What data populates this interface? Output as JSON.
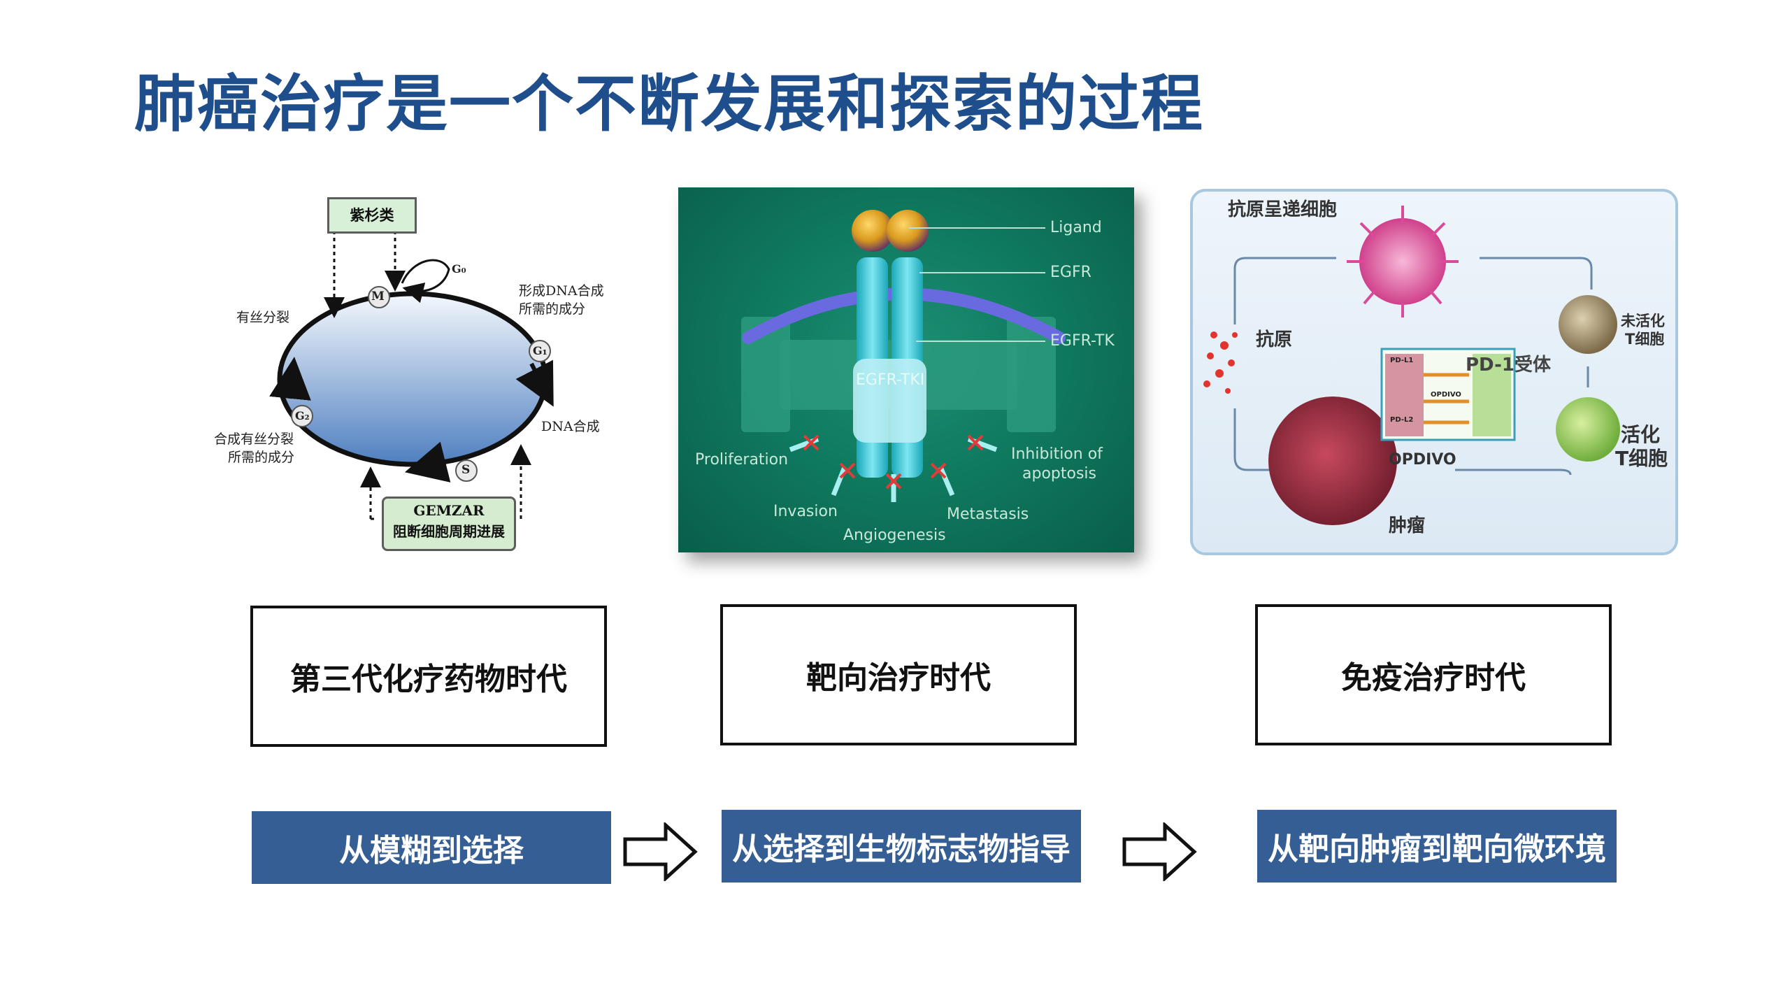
{
  "slide": {
    "title": "肺癌治疗是一个不断发展和探索的过程"
  },
  "panel_cycle": {
    "taxol_label": "紫杉类",
    "mitosis_label": "有丝分裂",
    "dna_form_line1": "形成DNA合成",
    "dna_form_line2": "所需的成分",
    "dna_synthesis": "DNA合成",
    "mitosis_comp_line1": "合成有丝分裂",
    "mitosis_comp_line2": "所需的成分",
    "gemzar_line1": "GEMZAR",
    "gemzar_line2": "阻断细胞周期进展",
    "phase_m": "M",
    "phase_g0": "G₀",
    "phase_g1": "G₁",
    "phase_g2": "G₂",
    "phase_s": "S"
  },
  "panel_egfr": {
    "ligand": "Ligand",
    "egfr": "EGFR",
    "egfr_tk": "EGFR-TK",
    "egfr_tki": "EGFR-TKI",
    "proliferation": "Proliferation",
    "inhibition_line1": "Inhibition of",
    "inhibition_line2": "apoptosis",
    "invasion": "Invasion",
    "angiogenesis": "Angiogenesis",
    "metastasis": "Metastasis"
  },
  "panel_immune": {
    "apc": "抗原呈递细胞",
    "antigen": "抗原",
    "inactive_line1": "未活化",
    "inactive_line2": "T细胞",
    "pd1": "PD-1受体",
    "active_line1": "活化",
    "active_line2": "T细胞",
    "tumor": "肿瘤",
    "opdivo": "OPDIVO",
    "pdl1": "PD-L1",
    "pdl2": "PD-L2"
  },
  "eras": [
    {
      "label": "第三代化疗药物时代"
    },
    {
      "label": "靶向治疗时代"
    },
    {
      "label": "免疫治疗时代"
    }
  ],
  "transitions": [
    {
      "label": "从模糊到选择"
    },
    {
      "label": "从选择到生物标志物指导"
    },
    {
      "label": "从靶向肿瘤到靶向微环境"
    }
  ],
  "colors": {
    "title": "#1f4e8c",
    "transition_bg": "#355f94",
    "egfr_bg": "#0f7a5f"
  }
}
